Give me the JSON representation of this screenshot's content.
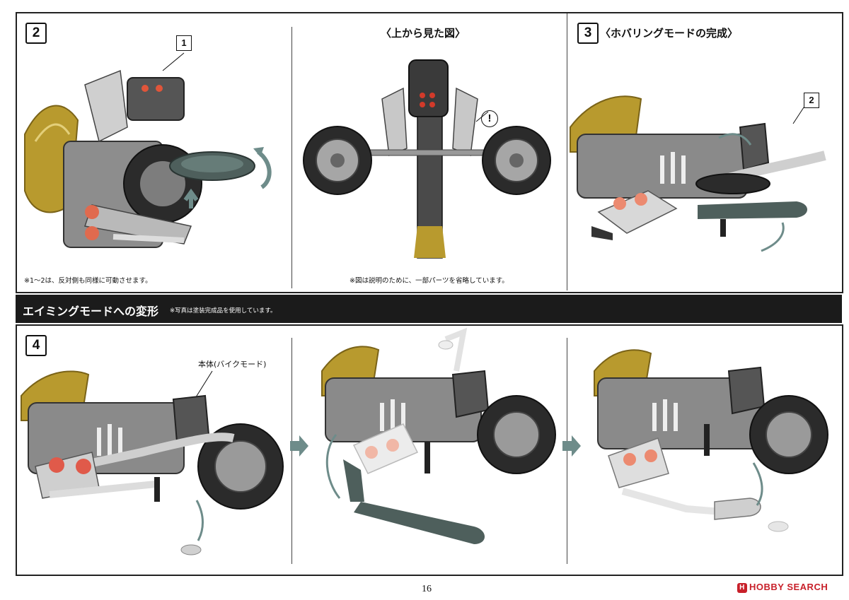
{
  "steps": {
    "s2": {
      "number": "2",
      "callout": "1",
      "note": "※1〜2は、反対側も同様に可動させます。"
    },
    "top_view": {
      "title": "〈上から見た図〉",
      "caution": "!",
      "note": "※図は説明のために、一部パーツを省略しています。"
    },
    "s3": {
      "number": "3",
      "title": "〈ホバリングモードの完成〉",
      "callout": "2"
    },
    "s4": {
      "number": "4",
      "body_label": "本体(バイクモード)"
    }
  },
  "section": {
    "title": "エイミングモードへの変形",
    "note": "※写真は塗装完成品を使用しています。"
  },
  "page_number": "16",
  "watermark": {
    "brand": "HOBBY SEARCH",
    "mark": "H"
  },
  "colors": {
    "band": "#1b1b1b",
    "gold": "#b89a2e",
    "tire": "#2b2b2b",
    "metal": "#b9b9b9",
    "ghost": "#4e5f5c",
    "arrow": "#6e8c8a",
    "logo": "#c8202a"
  }
}
